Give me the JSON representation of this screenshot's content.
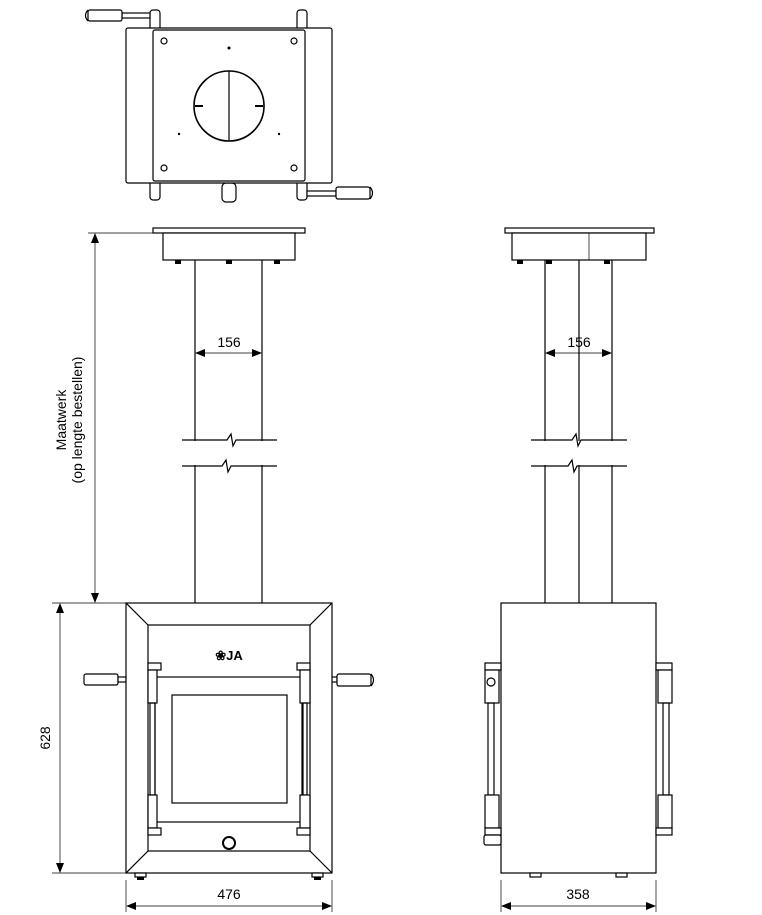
{
  "drawing": {
    "logo": "JA",
    "front_view": {
      "pipe_width_label": "156",
      "height_label_line1": "Maatwerk",
      "height_label_line2": "(op lengte bestellen)",
      "body_height_label": "628",
      "body_width_label": "476"
    },
    "side_view": {
      "pipe_width_label": "156",
      "body_depth_label": "358"
    }
  }
}
